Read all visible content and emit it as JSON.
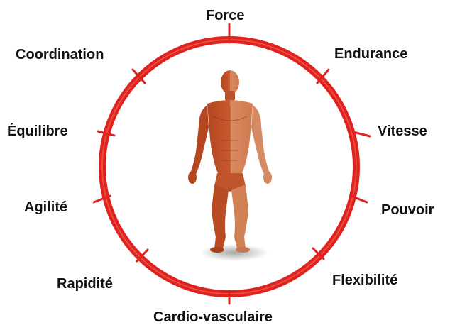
{
  "labels": {
    "force": "Force",
    "endurance": "Endurance",
    "vitesse": "Vitesse",
    "pouvoir": "Pouvoir",
    "flexibilite": "Flexibilité",
    "cardio": "Cardio-vasculaire",
    "rapidite": "Rapidité",
    "agilite": "Agilité",
    "equilibre": "Équilibre",
    "coordination": "Coordination"
  },
  "colors": {
    "ring": "#e0221f",
    "ring_light": "#f26a5c",
    "muscle": "#c2542c",
    "muscle_dark": "#8f3216",
    "skin": "#e6a57d",
    "text": "#111111"
  },
  "icons": {
    "center": "human-anatomy-figure"
  }
}
